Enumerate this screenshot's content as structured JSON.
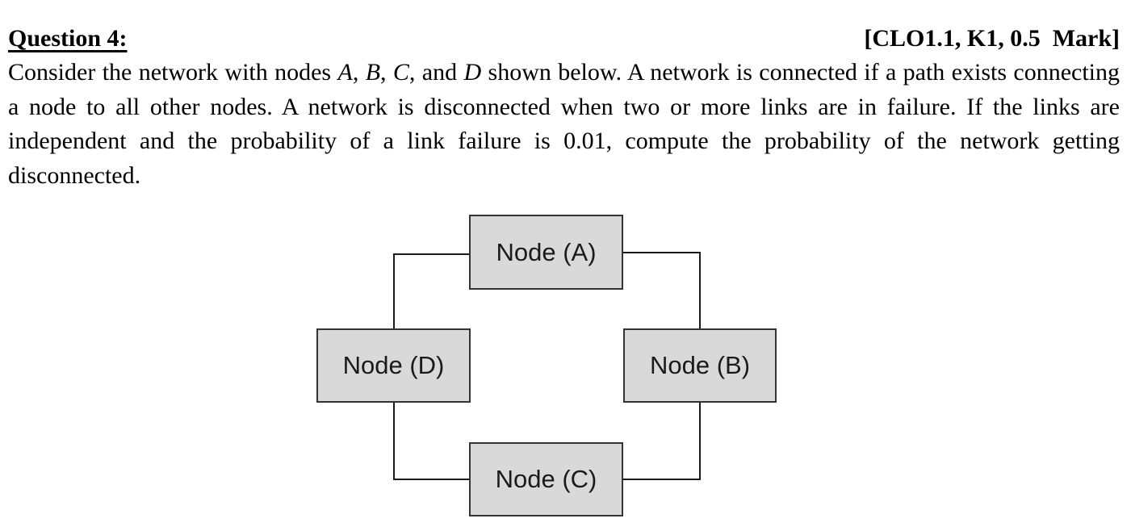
{
  "question": {
    "label": "Question 4:",
    "tag": "[CLO1.1, K1, 0.5  Mark]",
    "body_segments": [
      {
        "text": "Consider the network with nodes ",
        "italic": false
      },
      {
        "text": "A",
        "italic": true
      },
      {
        "text": ", ",
        "italic": false
      },
      {
        "text": "B",
        "italic": true
      },
      {
        "text": ", ",
        "italic": false
      },
      {
        "text": "C",
        "italic": true
      },
      {
        "text": ", and ",
        "italic": false
      },
      {
        "text": "D",
        "italic": true
      },
      {
        "text": " shown below. A network is connected if a path exists connecting a node to all other nodes. A network is disconnected when two or more links are in failure. If the links are independent and the probability of a link failure is 0.01, compute the probability of the network getting disconnected.",
        "italic": false
      }
    ]
  },
  "diagram": {
    "nodes": [
      {
        "id": "A",
        "label": "Node (A)",
        "position": "top"
      },
      {
        "id": "B",
        "label": "Node (B)",
        "position": "right"
      },
      {
        "id": "C",
        "label": "Node (C)",
        "position": "bottom"
      },
      {
        "id": "D",
        "label": "Node (D)",
        "position": "left"
      }
    ],
    "edges": [
      {
        "from": "A",
        "to": "D"
      },
      {
        "from": "A",
        "to": "B"
      },
      {
        "from": "D",
        "to": "C"
      },
      {
        "from": "B",
        "to": "C"
      }
    ],
    "colors": {
      "node_fill": "#d9d9d9",
      "node_border": "#333333",
      "line": "#1a1a1a"
    }
  }
}
